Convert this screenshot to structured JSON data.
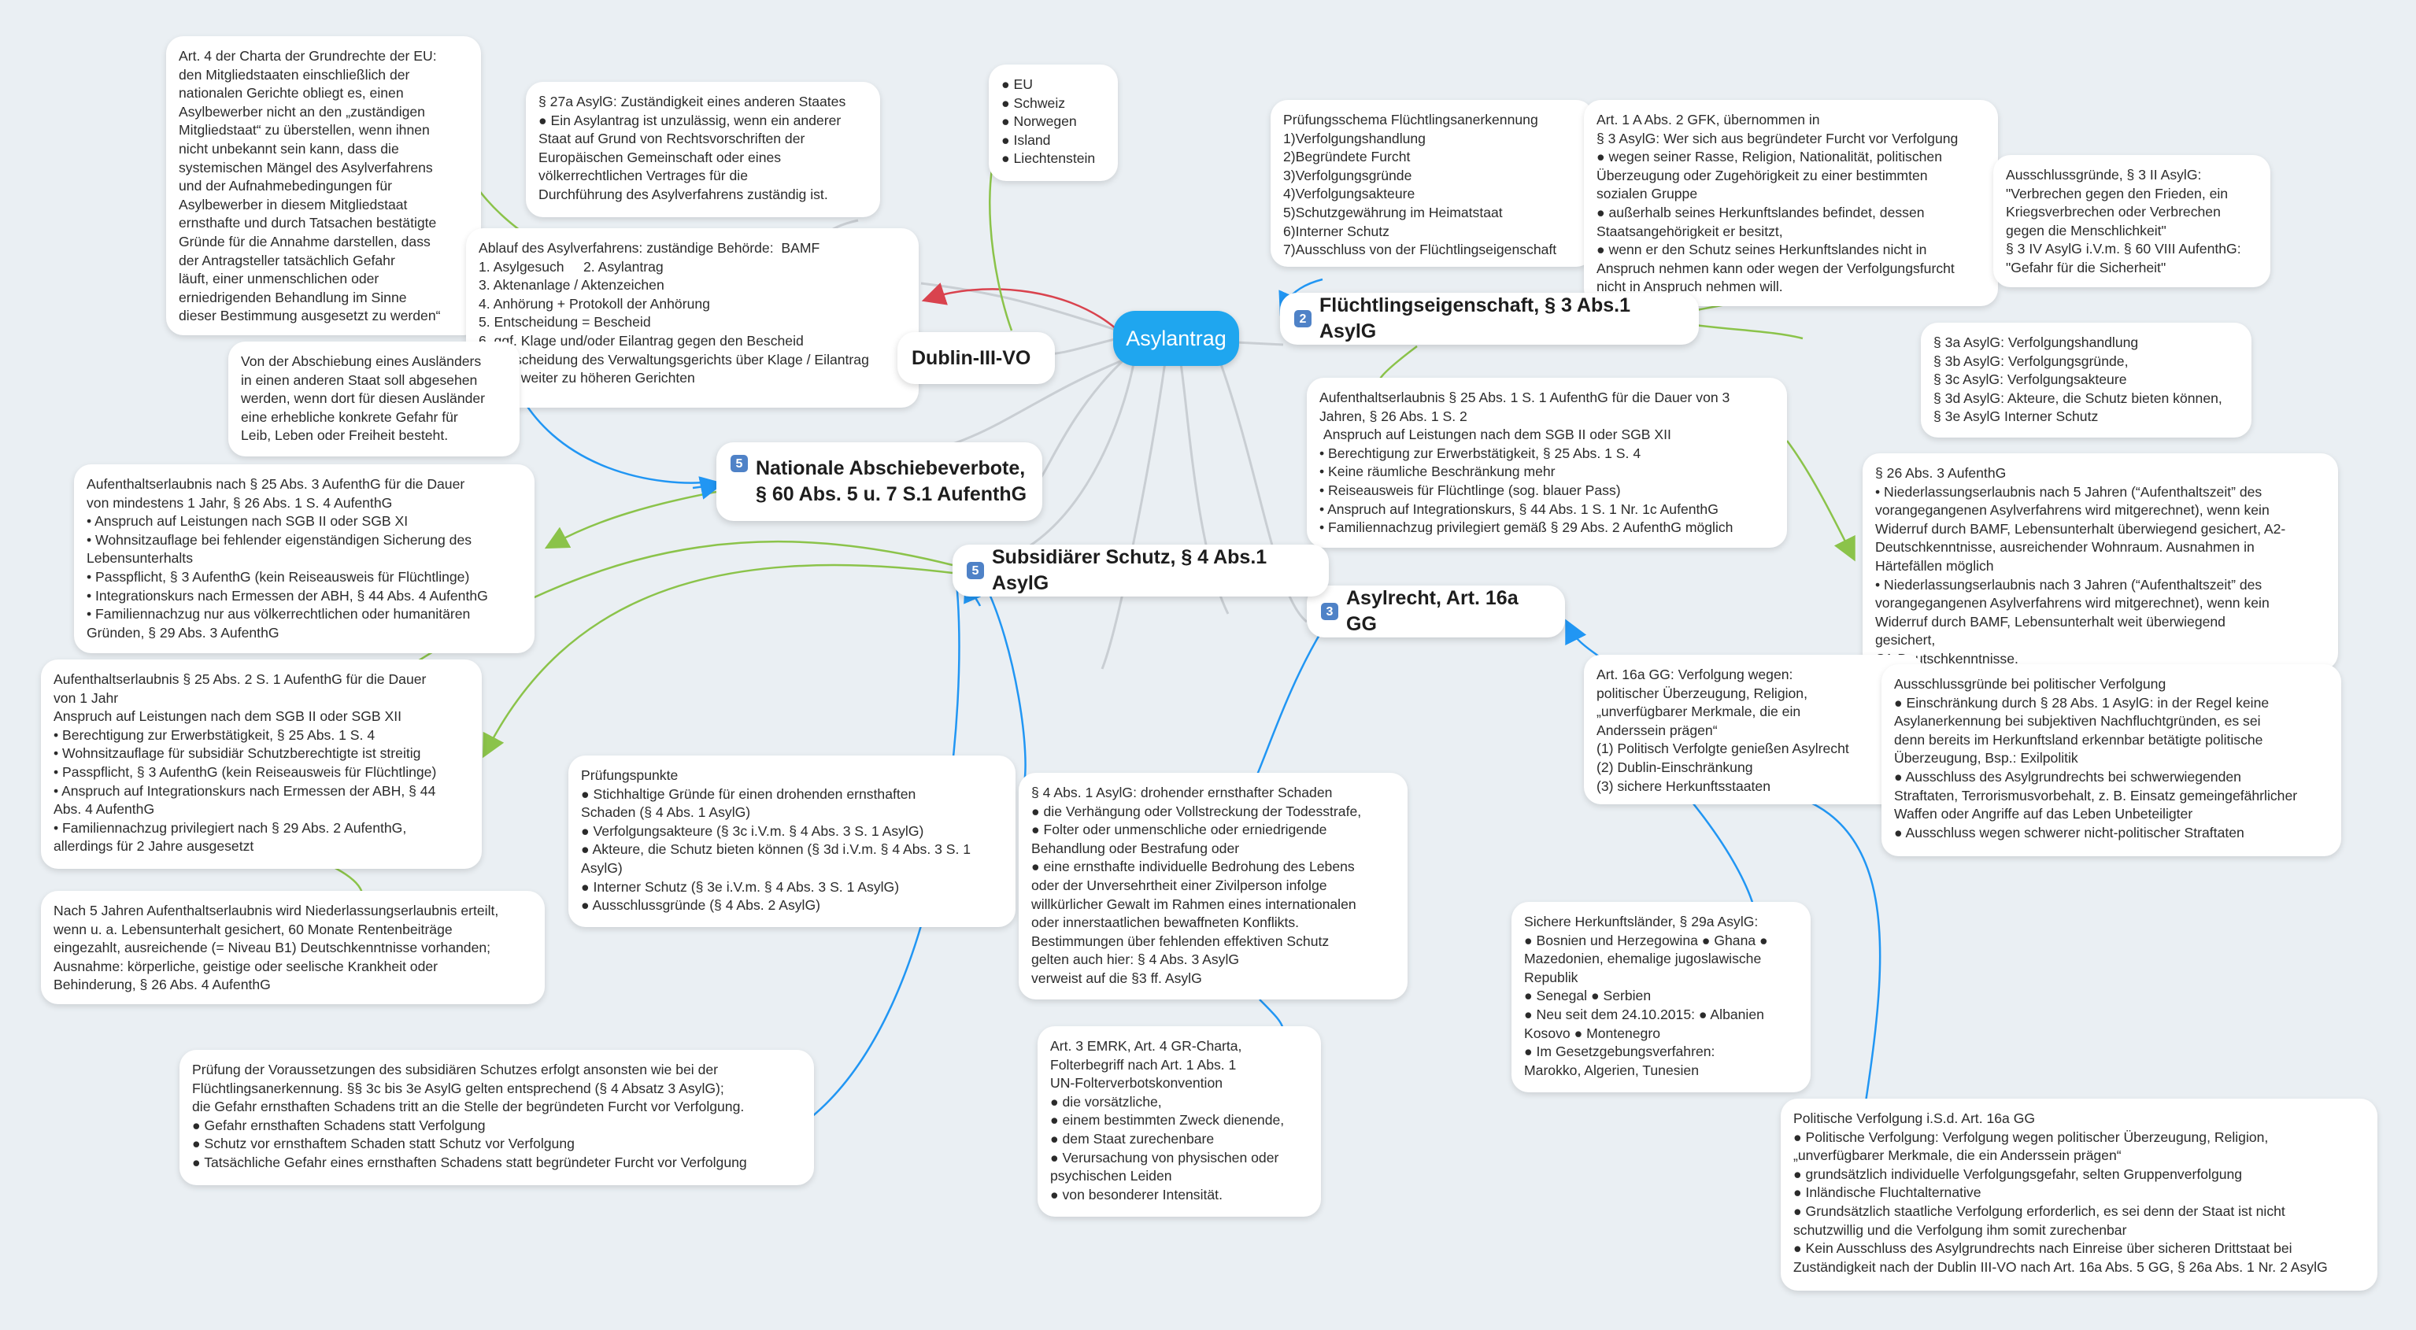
{
  "central": {
    "label": "Asylantrag"
  },
  "branches": {
    "dublin": {
      "label": "Dublin-III-VO"
    },
    "fluechtling": {
      "badge": "2",
      "label": "Flüchtlingseigenschaft, § 3 Abs.1 AsylG"
    },
    "asylrecht": {
      "badge": "3",
      "label": "Asylrecht, Art. 16a GG"
    },
    "subsidiaer": {
      "badge": "5",
      "label": "Subsidiärer Schutz, § 4 Abs.1 AsylG"
    },
    "abschiebe": {
      "badge": "5",
      "label": "Nationale Abschiebeverbote,\n§ 60 Abs. 5 u. 7 S.1 AufenthG"
    }
  },
  "notes": {
    "charta": "Art. 4 der Charta der Grundrechte der EU:\nden Mitgliedstaaten einschließlich der\nnationalen Gerichte obliegt es, einen\nAsylbewerber nicht an den „zuständigen\nMitgliedstaat“ zu überstellen, wenn ihnen\nnicht unbekannt sein kann, dass die\nsystemischen Mängel des Asylverfahrens\nund der Aufnahmebedingungen für\nAsylbewerber in diesem Mitgliedstaat\nernsthafte und durch Tatsachen bestätigte\nGründe für die Annahme darstellen, dass\nder Antragsteller tatsächlich Gefahr\nläuft, einer unmenschlichen oder\nerniedrigenden Behandlung im Sinne\ndieser Bestimmung ausgesetzt zu werden“",
    "p27a": "§ 27a AsylG: Zuständigkeit eines anderen Staates\n● Ein Asylantrag ist unzulässig, wenn ein anderer\nStaat auf Grund von Rechtsvorschriften der\nEuropäischen Gemeinschaft oder eines\nvölkerrechtlichen Vertrages für die\nDurchführung des Asylverfahrens zuständig ist.",
    "eu": "● EU\n● Schweiz\n● Norwegen\n● Island\n● Liechtenstein",
    "pruefschema": "Prüfungsschema Flüchtlingsanerkennung\n1)Verfolgungshandlung\n2)Begründete Furcht\n3)Verfolgungsgründe\n4)Verfolgungsakteure\n5)Schutzgewährung im Heimatstaat\n6)Interner Schutz\n7)Ausschluss von der Flüchtlingseigenschaft",
    "gfk": "Art. 1 A Abs. 2 GFK, übernommen in\n§ 3 AsylG: Wer sich aus begründeter Furcht vor Verfolgung\n● wegen seiner Rasse, Religion, Nationalität, politischen\nÜberzeugung oder Zugehörigkeit zu einer bestimmten\nsozialen Gruppe\n● außerhalb seines Herkunftslandes befindet, dessen\nStaatsangehörigkeit er besitzt,\n● wenn er den Schutz seines Herkunftslandes nicht in\nAnspruch nehmen kann oder wegen der Verfolgungsfurcht\nnicht in Anspruch nehmen will.",
    "ausschluss3": "Ausschlussgründe, § 3 II AsylG:\n\"Verbrechen gegen den Frieden, ein\nKriegsverbrechen oder Verbrechen\ngegen die Menschlichkeit\"\n§ 3 IV AsylG i.V.m. § 60 VIII AufenthG:\n\"Gefahr für die Sicherheit\"",
    "ablauf": "Ablauf des Asylverfahrens: zuständige Behörde:  BAMF\n1. Asylgesuch     2. Asylantrag\n3. Aktenanlage / Aktenzeichen\n4. Anhörung + Protokoll der Anhörung\n5. Entscheidung = Bescheid\n6. ggf. Klage und/oder Eilantrag gegen den Bescheid\n7. Entscheidung des Verwaltungsgerichts über Klage / Eilantrag\n8. ggf. weiter zu höheren Gerichten",
    "abschiebung": "Von der Abschiebung eines Ausländers\nin einen anderen Staat soll abgesehen\nwerden, wenn dort für diesen Ausländer\neine erhebliche konkrete Gefahr für\nLeib, Leben oder Freiheit besteht.",
    "p3a": "§ 3a AsylG: Verfolgungshandlung\n§ 3b AsylG: Verfolgungsgründe,\n§ 3c AsylG: Verfolgungsakteure\n§ 3d AsylG: Akteure, die Schutz bieten können,\n§ 3e AsylG Interner Schutz",
    "aufenthalt25s1": "Aufenthaltserlaubnis § 25 Abs. 1 S. 1 AufenthG für die Dauer von 3\nJahren, § 26 Abs. 1 S. 2\n Anspruch auf Leistungen nach dem SGB II oder SGB XII\n• Berechtigung zur Erwerbstätigkeit, § 25 Abs. 1 S. 4\n• Keine räumliche Beschränkung mehr\n• Reiseausweis für Flüchtlinge (sog. blauer Pass)\n• Anspruch auf Integrationskurs, § 44 Abs. 1 S. 1 Nr. 1c AufenthG\n• Familiennachzug privilegiert gemäß § 29 Abs. 2 AufenthG möglich",
    "aufenthalt25s3": "Aufenthaltserlaubnis nach § 25 Abs. 3 AufenthG für die Dauer\nvon mindestens 1 Jahr, § 26 Abs. 1 S. 4 AufenthG\n• Anspruch auf Leistungen nach SGB II oder SGB XI\n• Wohnsitzauflage bei fehlender eigenständigen Sicherung des\nLebensunterhalts\n• Passpflicht, § 3 AufenthG (kein Reiseausweis für Flüchtlinge)\n• Integrationskurs nach Ermessen der ABH, § 44 Abs. 4 AufenthG\n• Familiennachzug nur aus völkerrechtlichen oder humanitären\nGründen, § 29 Abs. 3 AufenthG",
    "niederlassung26": "§ 26 Abs. 3 AufenthG\n• Niederlassungserlaubnis nach 5 Jahren (“Aufenthaltszeit” des\nvorangegangenen Asylverfahrens wird mitgerechnet), wenn kein\nWiderruf durch BAMF, Lebensunterhalt überwiegend gesichert, A2-\nDeutschkenntnisse, ausreichender Wohnraum. Ausnahmen in\nHärtefällen möglich\n• Niederlassungserlaubnis nach 3 Jahren (“Aufenthaltszeit” des\nvorangegangenen Asylverfahrens wird mitgerechnet), wenn kein\nWiderruf durch BAMF, Lebensunterhalt weit überwiegend\ngesichert,\nC1-Deutschkenntnisse.",
    "aufenthalt25s2": "Aufenthaltserlaubnis § 25 Abs. 2 S. 1 AufenthG für die Dauer\nvon 1 Jahr\nAnspruch auf Leistungen nach dem SGB II oder SGB XII\n• Berechtigung zur Erwerbstätigkeit, § 25 Abs. 1 S. 4\n• Wohnsitzauflage für subsidiär Schutzberechtigte ist streitig\n• Passpflicht, § 3 AufenthG (kein Reiseausweis für Flüchtlinge)\n• Anspruch auf Integrationskurs nach Ermessen der ABH, § 44\nAbs. 4 AufenthG\n• Familiennachzug privilegiert nach § 29 Abs. 2 AufenthG,\nallerdings für 2 Jahre ausgesetzt",
    "art16a": "Art. 16a GG: Verfolgung wegen:\npolitischer Überzeugung, Religion,\n„unverfügbarer Merkmale, die ein\nAnderssein prägen“\n(1) Politisch Verfolgte genießen Asylrecht\n(2) Dublin-Einschränkung\n(3) sichere Herkunftsstaaten",
    "ausschlusspolit": "Ausschlussgründe bei politischer Verfolgung\n● Einschränkung durch § 28 Abs. 1 AsylG: in der Regel keine\nAsylanerkennung bei subjektiven Nachfluchtgründen, es sei\ndenn bereits im Herkunftsland erkennbar betätigte politische\nÜberzeugung, Bsp.: Exilpolitik\n● Ausschluss des Asylgrundrechts bei schwerwiegenden\nStraftaten, Terrorismusvorbehalt, z. B. Einsatz gemeingefährlicher\nWaffen oder Angriffe auf das Leben Unbeteiligter\n● Ausschluss wegen schwerer nicht-politischer Straftaten",
    "pruefpunkte": "Prüfungspunkte\n● Stichhaltige Gründe für einen drohenden ernsthaften\nSchaden (§ 4 Abs. 1 AsylG)\n● Verfolgungsakteure (§ 3c i.V.m. § 4 Abs. 3 S. 1 AsylG)\n● Akteure, die Schutz bieten können (§ 3d i.V.m. § 4 Abs. 3 S. 1\nAsylG)\n● Interner Schutz (§ 3e i.V.m. § 4 Abs. 3 S. 1 AsylG)\n● Ausschlussgründe (§ 4 Abs. 2 AsylG)",
    "p4abs1": "§ 4 Abs. 1 AsylG: drohender ernsthafter Schaden\n● die Verhängung oder Vollstreckung der Todesstrafe,\n● Folter oder unmenschliche oder erniedrigende\nBehandlung oder Bestrafung oder\n● eine ernsthafte individuelle Bedrohung des Lebens\noder der Unversehrtheit einer Zivilperson infolge\nwillkürlicher Gewalt im Rahmen eines internationalen\noder innerstaatlichen bewaffneten Konflikts.\nBestimmungen über fehlenden effektiven Schutz\ngelten auch hier: § 4 Abs. 3 AsylG\nverweist auf die §3 ff. AsylG",
    "niederlassung26abs4": "Nach 5 Jahren Aufenthaltserlaubnis wird Niederlassungserlaubnis erteilt,\nwenn u. a. Lebensunterhalt gesichert, 60 Monate Rentenbeiträge\neingezahlt, ausreichende (= Niveau B1) Deutschkenntnisse vorhanden;\nAusnahme: körperliche, geistige oder seelische Krankheit oder\nBehinderung, § 26 Abs. 4 AufenthG",
    "sicher": "Sichere Herkunftsländer, § 29a AsylG:\n● Bosnien und Herzegowina ● Ghana ●\nMazedonien, ehemalige jugoslawische\nRepublik\n● Senegal ● Serbien\n● Neu seit dem 24.10.2015: ● Albanien\nKosovo ● Montenegro\n● Im Gesetzgebungsverfahren:\nMarokko, Algerien, Tunesien",
    "emrk": "Art. 3 EMRK, Art. 4 GR-Charta,\nFolterbegriff nach Art. 1 Abs. 1\nUN-Folterverbotskonvention\n● die vorsätzliche,\n● einem bestimmten Zweck dienende,\n● dem Staat zurechenbare\n● Verursachung von physischen oder\npsychischen Leiden\n● von besonderer Intensität.",
    "subsidiaerpruef": "Prüfung der Voraussetzungen des subsidiären Schutzes erfolgt ansonsten wie bei der\nFlüchtlingsanerkennung. §§ 3c bis 3e AsylG gelten entsprechend (§ 4 Absatz 3 AsylG);\ndie Gefahr ernsthaften Schadens tritt an die Stelle der begründeten Furcht vor Verfolgung.\n● Gefahr ernsthaften Schadens statt Verfolgung\n● Schutz vor ernsthaftem Schaden statt Schutz vor Verfolgung\n● Tatsächliche Gefahr eines ernsthaften Schadens statt begründeter Furcht vor Verfolgung",
    "politverfolgung": "Politische Verfolgung i.S.d. Art. 16a GG\n● Politische Verfolgung: Verfolgung wegen politischer Überzeugung, Religion,\n„unverfügbarer Merkmale, die ein Anderssein prägen“\n● grundsätzlich individuelle Verfolgungsgefahr, selten Gruppenverfolgung\n● Inländische Fluchtalternative\n● Grundsätzlich staatliche Verfolgung erforderlich, es sei denn der Staat ist nicht\nschutzwillig und die Verfolgung ihm somit zurechenbar\n● Kein Ausschluss des Asylgrundrechts nach Einreise über sicheren Drittstaat bei\nZuständigkeit nach der Dublin III-VO nach Art. 16a Abs. 5 GG, § 26a Abs. 1 Nr. 2 AsylG"
  }
}
